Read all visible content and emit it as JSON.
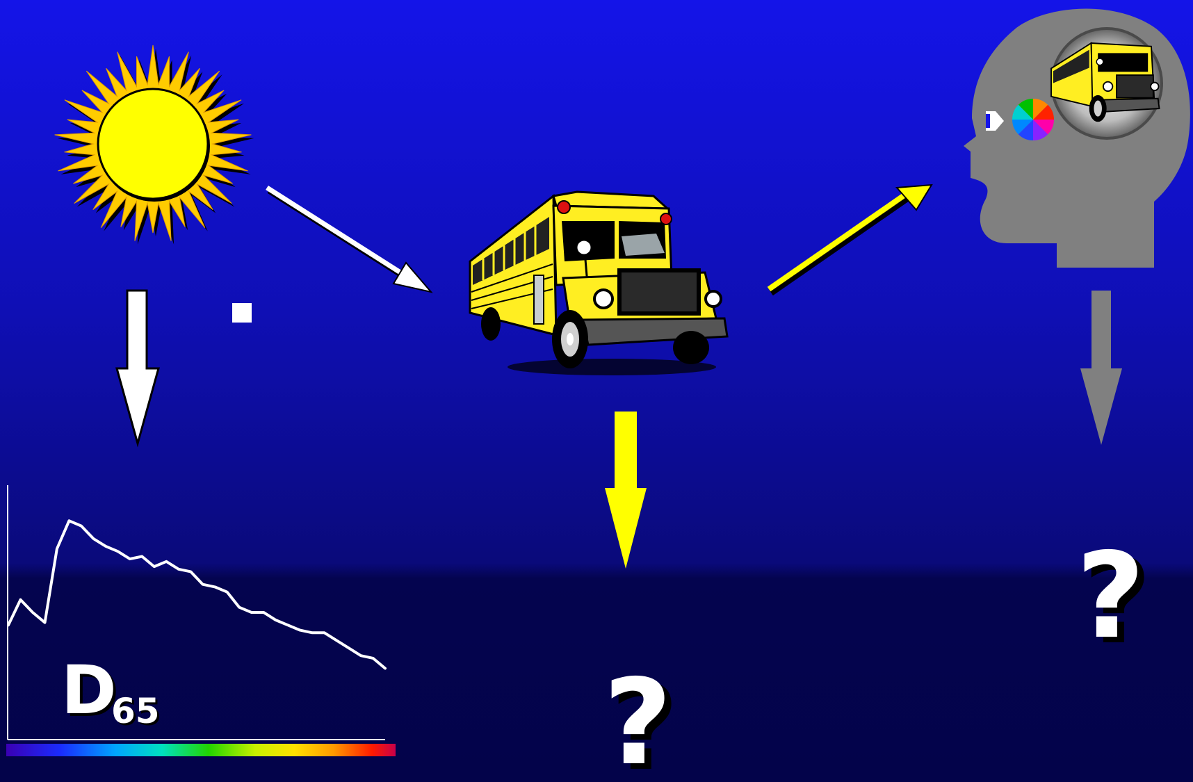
{
  "illuminant": {
    "letter": "D",
    "subscript": "65"
  },
  "question_marks": {
    "object_result": "?",
    "observer_result": "?"
  },
  "colors": {
    "background_top": "#1414e8",
    "background_bottom": "#03034a",
    "sun_core": "#ffff00",
    "sun_rays": "#ffcc00",
    "bus_yellow": "#ffee22",
    "arrow_white": "#ffffff",
    "arrow_yellow": "#ffff00",
    "arrow_gray": "#808080",
    "head_gray": "#808080"
  },
  "icons": {
    "light_source": "sun-icon",
    "object": "school-bus-icon",
    "observer": "head-silhouette-icon",
    "color_wheel": "color-wheel-icon",
    "eye": "eye-icon"
  },
  "spectrum_curve": {
    "label": "D65",
    "relative_power": [
      0.45,
      0.55,
      0.5,
      0.46,
      0.75,
      0.86,
      0.84,
      0.79,
      0.76,
      0.74,
      0.71,
      0.72,
      0.68,
      0.7,
      0.67,
      0.66,
      0.61,
      0.6,
      0.58,
      0.52,
      0.5,
      0.5,
      0.47,
      0.45,
      0.43,
      0.42,
      0.42,
      0.39,
      0.36,
      0.33,
      0.32,
      0.28
    ]
  }
}
